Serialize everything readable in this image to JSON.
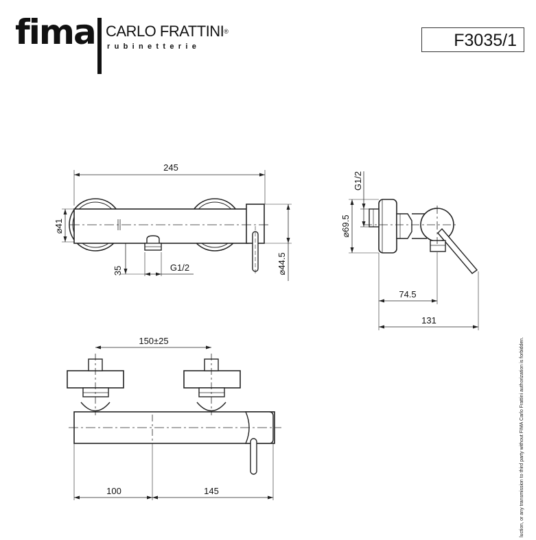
{
  "logo": {
    "main": "fima",
    "brand": "CARLO FRATTINI",
    "registered": "®",
    "sub": "rubinetterie"
  },
  "product_code": "F3035/1",
  "copyright_note": "luction, or any transmission to third party without FIMA Carlo Frattini authorization is forbidden.",
  "dimensions": {
    "front_width": "245",
    "front_flange_dia": "41",
    "front_bottom": "35",
    "front_outlet": "G1/2",
    "front_body_dia": "44.5",
    "side_inlet": "G1/2",
    "side_flange_dia": "69.5",
    "side_depth_body": "74.5",
    "side_depth_total": "131",
    "bottom_centres": "150±25",
    "bottom_left": "100",
    "bottom_right": "145"
  },
  "symbols": {
    "diameter": "⌀"
  }
}
